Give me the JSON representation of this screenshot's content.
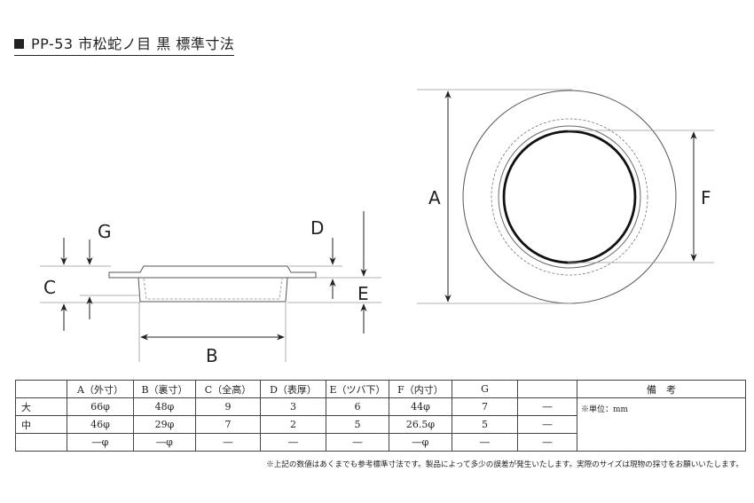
{
  "title": "PP-53 市松蛇ノ目 黒 標準寸法",
  "labels": {
    "A": "A",
    "B": "B",
    "C": "C",
    "D": "D",
    "E": "E",
    "F": "F",
    "G": "G"
  },
  "table": {
    "headers": [
      "",
      "A（外寸）",
      "B（裏寸）",
      "C（全高）",
      "D（表厚）",
      "E（ツバ下）",
      "F（内寸）",
      "G",
      "",
      "備　考"
    ],
    "rows": [
      [
        "大",
        "66φ",
        "48φ",
        "9",
        "3",
        "6",
        "44φ",
        "7",
        "―"
      ],
      [
        "中",
        "46φ",
        "29φ",
        "7",
        "2",
        "5",
        "26.5φ",
        "5",
        "―"
      ],
      [
        "",
        "―φ",
        "―φ",
        "―",
        "―",
        "―",
        "―φ",
        "―",
        "―"
      ]
    ],
    "note": "※単位：mm"
  },
  "footnote": "※上記の数値はあくまでも参考標準寸法です。製品によって多少の誤差が発生いたします。実際のサイズは現物の採寸をお願いいたします。"
}
